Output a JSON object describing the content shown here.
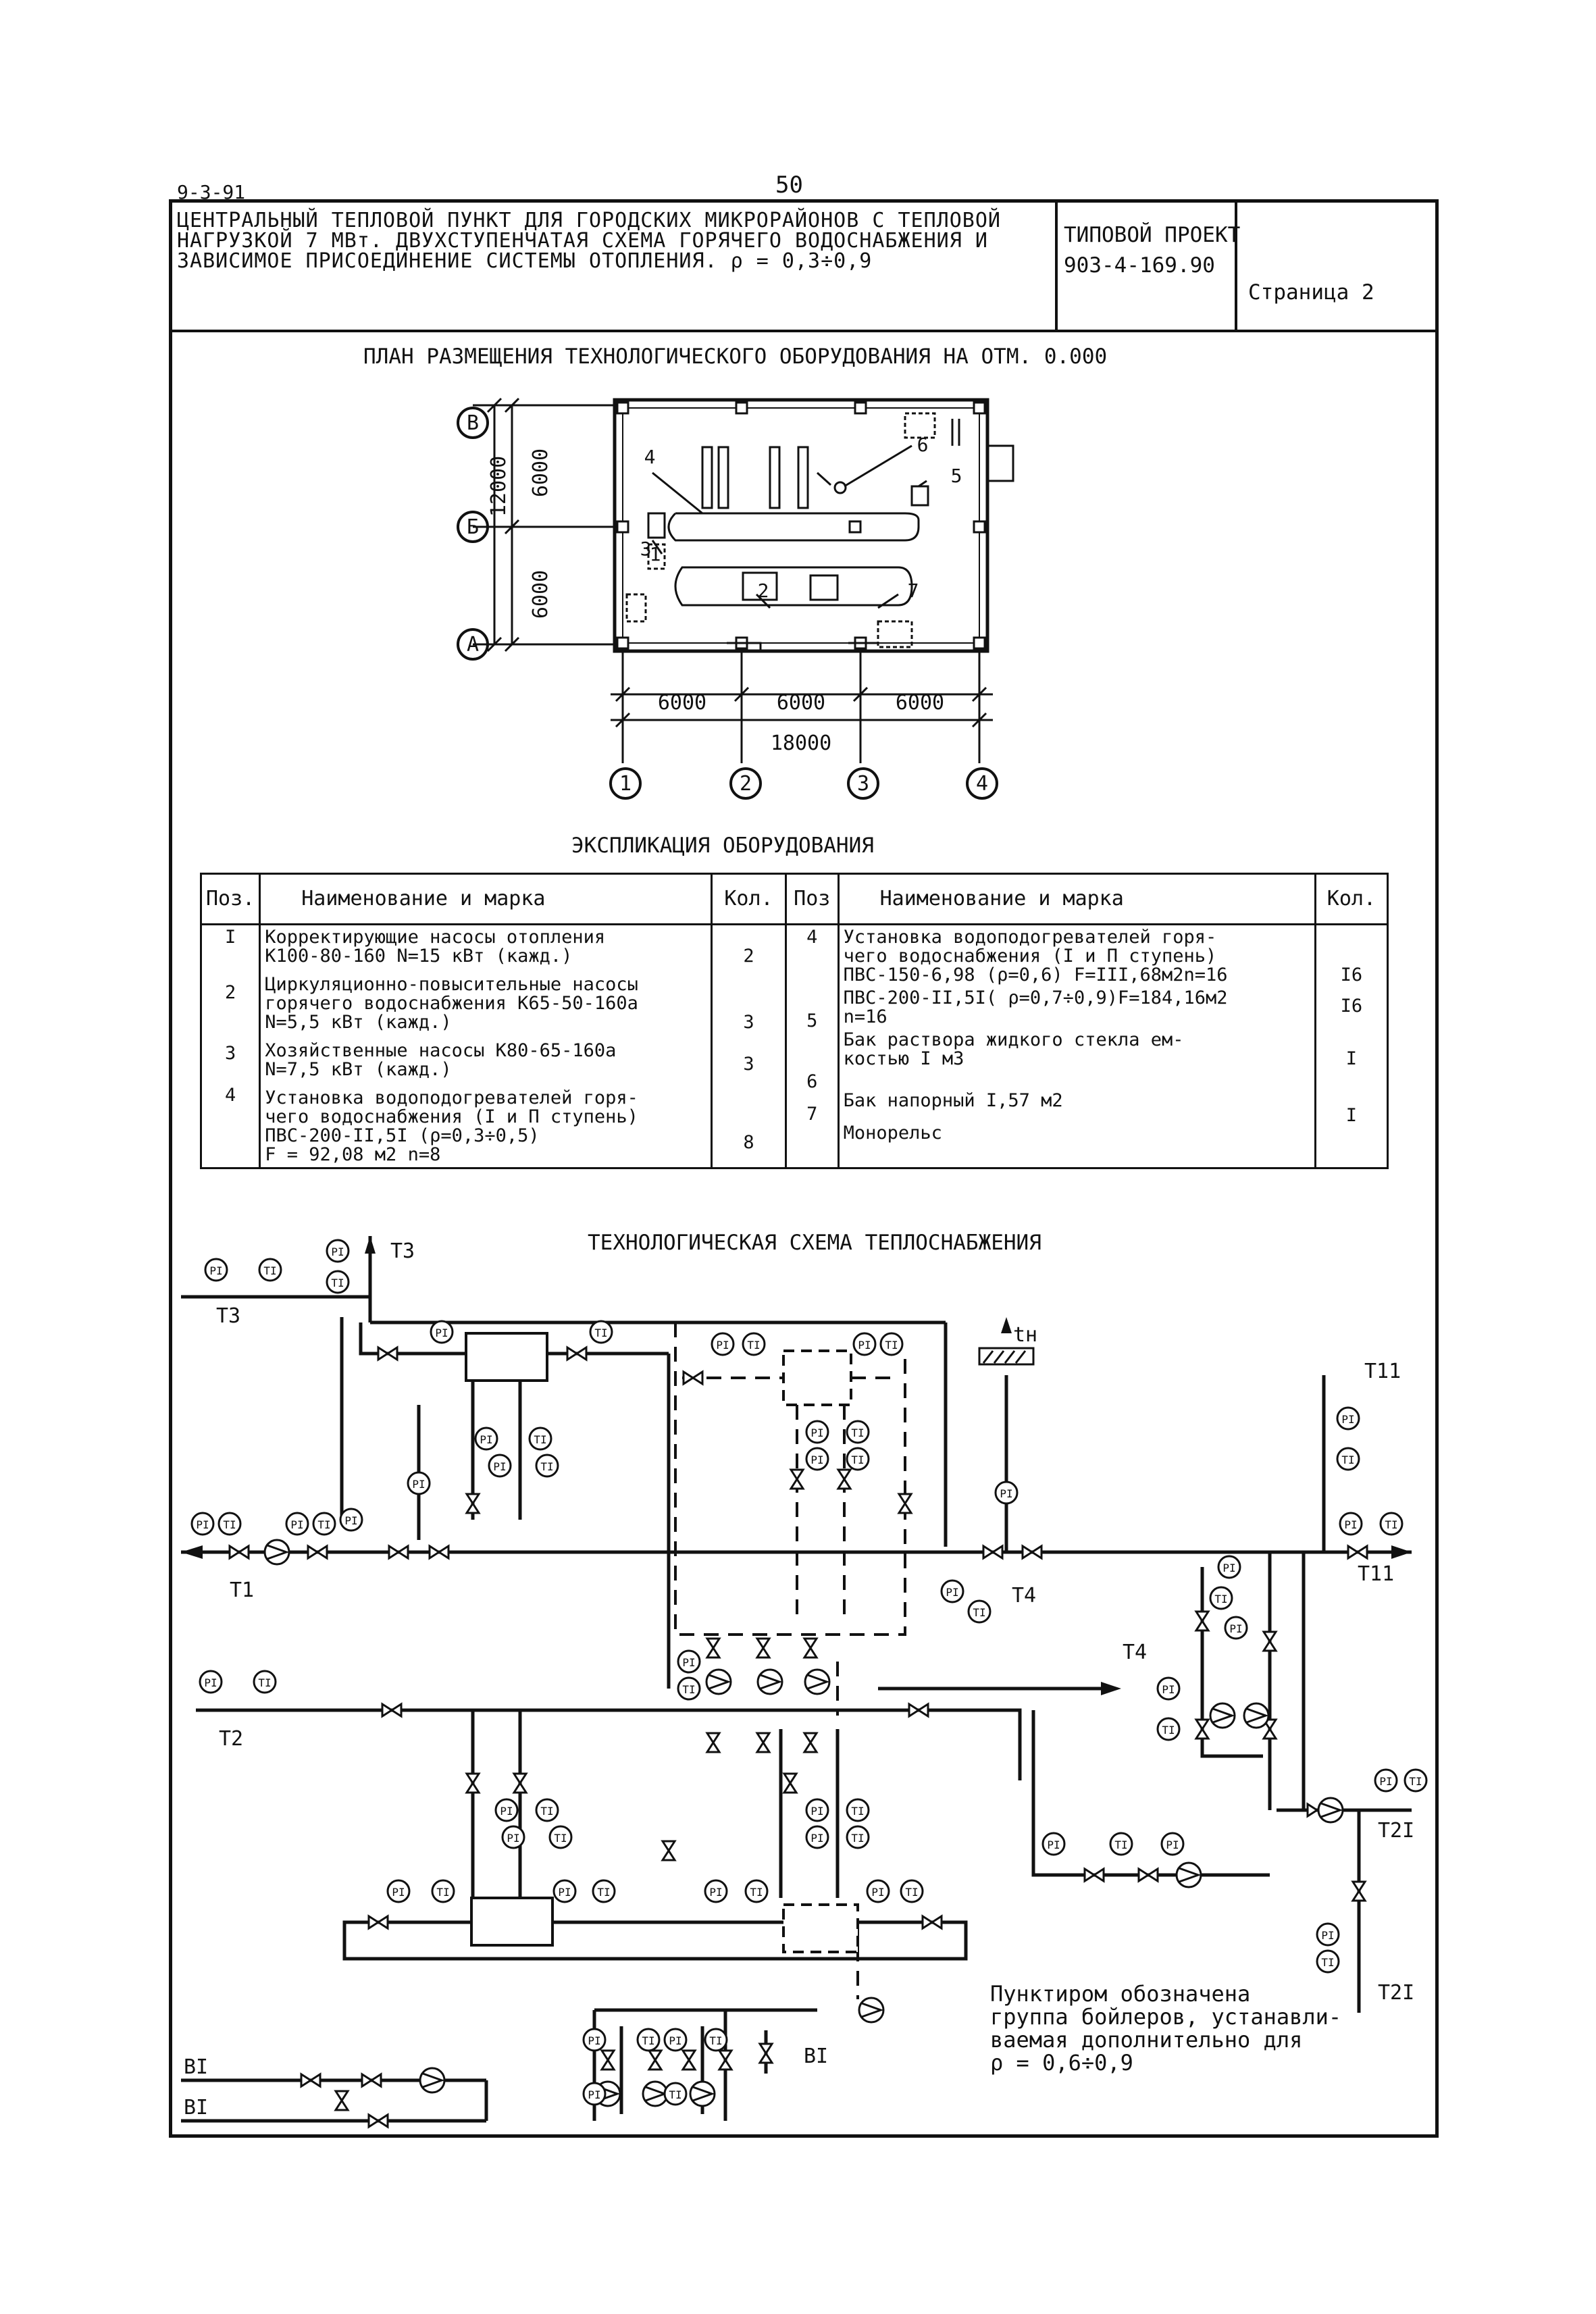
{
  "corner_code": "9-3-91",
  "page_number": "50",
  "header": {
    "title_lines": [
      "ЦЕНТРАЛЬНЫЙ ТЕПЛОВОЙ ПУНКТ ДЛЯ ГОРОДСКИХ МИКРОРАЙОНОВ С ТЕПЛОВОЙ",
      "НАГРУЗКОЙ 7 МВт. ДВУХСТУПЕНЧАТАЯ СХЕМА ГОРЯЧЕГО ВОДОСНАБЖЕНИЯ И",
      "ЗАВИСИМОЕ ПРИСОЕДИНЕНИЕ СИСТЕМЫ ОТОПЛЕНИЯ. ρ = 0,3÷0,9"
    ],
    "project_label": "ТИПОВОЙ ПРОЕКТ",
    "project_number": "903-4-169.90",
    "page_label": "Страница 2"
  },
  "plan": {
    "title": "ПЛАН РАЗМЕЩЕНИЯ ТЕХНОЛОГИЧЕСКОГО ОБОРУДОВАНИЯ НА ОТМ. 0.000",
    "row_axes": [
      "В",
      "Б",
      "А"
    ],
    "col_axes": [
      "1",
      "2",
      "3",
      "4"
    ],
    "dim_vertical_total": "12000",
    "dim_vertical_parts": [
      "6000",
      "6000"
    ],
    "dim_horizontal_parts": [
      "6000",
      "6000",
      "6000"
    ],
    "dim_horizontal_total": "18000",
    "equipment_marks": [
      "1",
      "2",
      "3",
      "4",
      "5",
      "6",
      "7"
    ]
  },
  "explication": {
    "title": "ЭКСПЛИКАЦИЯ ОБОРУДОВАНИЯ",
    "headers": [
      "Поз.",
      "Наименование и марка",
      "Кол.",
      "Поз",
      "Наименование и марка",
      "Кол."
    ],
    "left_rows": [
      {
        "pos": "I",
        "name": [
          "Корректирующие насосы отопления",
          "К100-80-160 N=15 кВт (кажд.)"
        ],
        "qty": "2"
      },
      {
        "pos": "2",
        "name": [
          "Циркуляционно-повысительные насосы",
          "горячего водоснабжения К65-50-160а",
          "N=5,5 кВт (кажд.)"
        ],
        "qty": "3"
      },
      {
        "pos": "3",
        "name": [
          "Хозяйственные насосы К80-65-160а",
          "N=7,5 кВт (кажд.)"
        ],
        "qty": "3"
      },
      {
        "pos": "4",
        "name": [
          "Установка водоподогревателей горя-",
          "чего водоснабжения (I и П ступень)",
          "ПВС-200-II,5I (ρ=0,3÷0,5)",
          "F = 92,08 м2  n=8"
        ],
        "qty": "8"
      }
    ],
    "right_rows": [
      {
        "pos": "4",
        "name": [
          "Установка водоподогревателей горя-",
          "чего водоснабжения (I и П ступень)",
          "ПВС-150-6,98 (ρ=0,6) F=III,68м2n=16"
        ],
        "qty": "I6"
      },
      {
        "pos": "",
        "name": [
          "ПВС-200-II,5I( ρ=0,7÷0,9)F=184,16м2",
          "n=16"
        ],
        "qty": "I6"
      },
      {
        "pos": "5",
        "name": [
          "Бак раствора жидкого стекла ем-",
          "костью I м3"
        ],
        "qty": "I"
      },
      {
        "pos": "6",
        "name": [
          "Бак напорный I,57 м2"
        ],
        "qty": "I"
      },
      {
        "pos": "7",
        "name": [
          "Монорельс"
        ],
        "qty": ""
      }
    ]
  },
  "scheme": {
    "title": "ТЕХНОЛОГИЧЕСКАЯ СХЕМА ТЕПЛОСНАБЖЕНИЯ",
    "pipe_labels": {
      "t3_top": "T3",
      "t3_left": "T3",
      "t1": "T1",
      "t2": "T2",
      "t4_a": "T4",
      "t4_b": "T4",
      "t11_top": "T11",
      "t11_right": "T11",
      "t21_a": "T2I",
      "t21_b": "T2I",
      "b1_a": "BI",
      "b1_b": "BI",
      "b1_c": "BI",
      "tn": "tн"
    },
    "instrument_labels": [
      "PI",
      "TI"
    ]
  },
  "note_lines": [
    "Пунктиром обозначена",
    "группа бойлеров, устанавли-",
    "ваемая дополнительно для",
    "ρ = 0,6÷0,9"
  ]
}
